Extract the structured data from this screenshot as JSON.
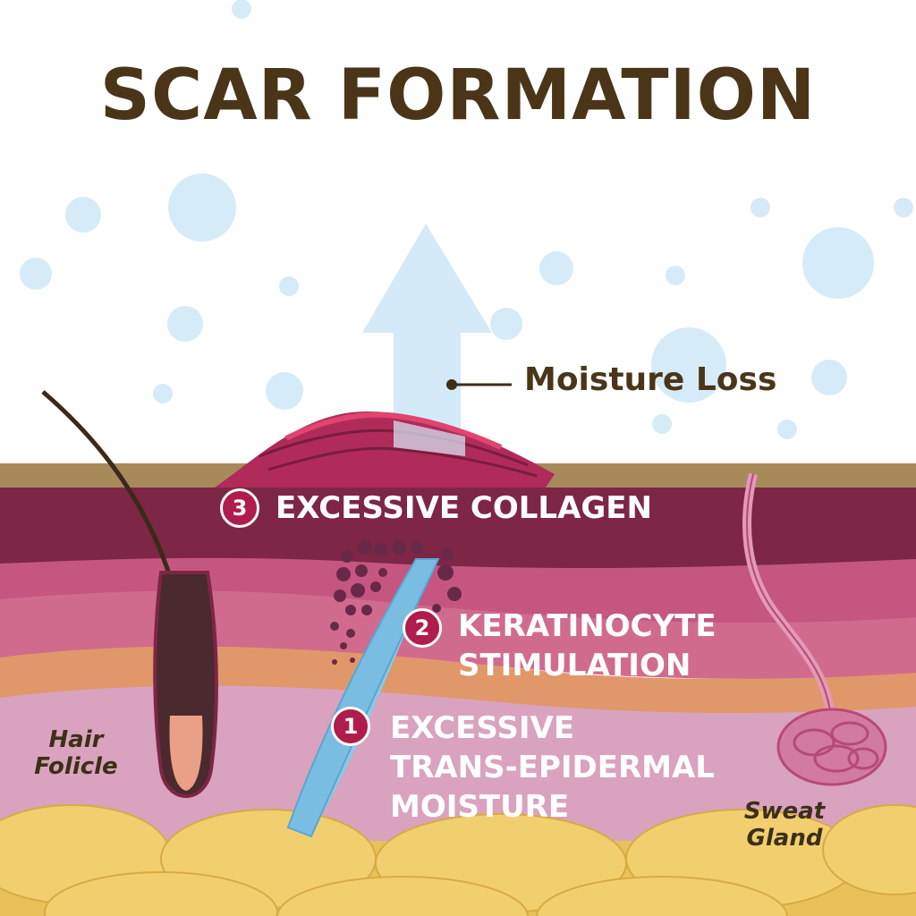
{
  "title": "SCAR FORMATION",
  "labels": {
    "moisture_loss": "Moisture Loss",
    "collagen": {
      "number": "3",
      "text": "EXCESSIVE COLLAGEN"
    },
    "keratinocyte": {
      "number": "2",
      "line1": "KERATINOCYTE",
      "line2": "STIMULATION"
    },
    "moisture": {
      "number": "1",
      "line1": "EXCESSIVE",
      "line2": "TRANS-EPIDERMAL",
      "line3": "MOISTURE"
    },
    "hair_follicle": {
      "line1": "Hair",
      "line2": "Folicle"
    },
    "sweat_gland": {
      "line1": "Sweat",
      "line2": "Gland"
    }
  },
  "colors": {
    "title": "#4a3519",
    "badge": "#b01c4b",
    "surface": "#a88a5a",
    "epidermis_top": "#7a2442",
    "dermis_mid": "#b9446f",
    "dermis_low": "#d88aa8",
    "fat": "#e8c15a",
    "moisture_arrow": "#cde7f6",
    "channel": "#8cc7e8"
  }
}
